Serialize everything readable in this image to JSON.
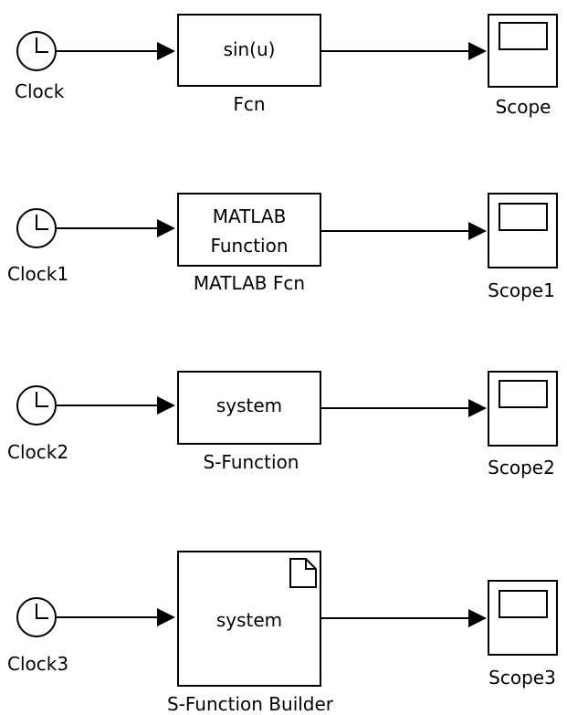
{
  "rows": [
    {
      "clock_label": "Clock",
      "block_label": "Fcn",
      "block_text": [
        "sin(u)"
      ],
      "scope_label": "Scope",
      "block_kind": "fcn"
    },
    {
      "clock_label": "Clock1",
      "block_label": "MATLAB Fcn",
      "block_text": [
        "MATLAB",
        "Function"
      ],
      "scope_label": "Scope1",
      "block_kind": "matlab-fcn"
    },
    {
      "clock_label": "Clock2",
      "block_label": "S-Function",
      "block_text": [
        "system"
      ],
      "scope_label": "Scope2",
      "block_kind": "s-function"
    },
    {
      "clock_label": "Clock3",
      "block_label": "S-Function Builder",
      "block_text": [
        "system"
      ],
      "scope_label": "Scope3",
      "block_kind": "s-function-builder"
    }
  ]
}
